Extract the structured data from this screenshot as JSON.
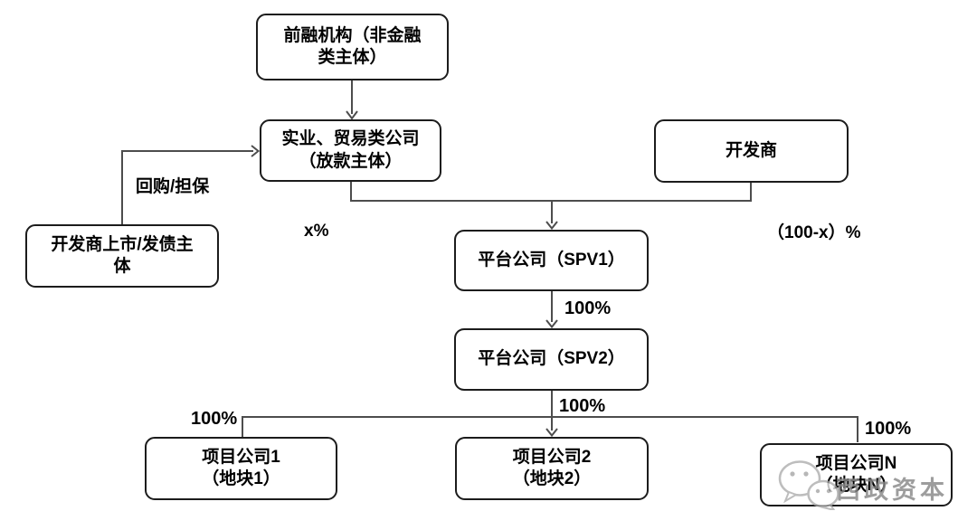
{
  "diagram": {
    "boxes": {
      "pre_financing": {
        "lines": [
          "前融机构（非金融",
          "类主体）"
        ]
      },
      "industrial_trading": {
        "lines": [
          "实业、贸易类公司",
          "（放款主体）"
        ]
      },
      "developer": {
        "lines": [
          "开发商"
        ]
      },
      "developer_listed": {
        "lines": [
          "开发商上市/发债主",
          "体"
        ]
      },
      "spv1": {
        "lines": [
          "平台公司（SPV1）"
        ]
      },
      "spv2": {
        "lines": [
          "平台公司（SPV2）"
        ]
      },
      "project1": {
        "lines": [
          "项目公司1",
          "（地块1）"
        ]
      },
      "project2": {
        "lines": [
          "项目公司2",
          "（地块2）"
        ]
      },
      "projectN": {
        "lines": [
          "项目公司N",
          "（地块N）"
        ]
      }
    },
    "edge_labels": {
      "repurchase_guarantee": "回购/担保",
      "x_percent": "x%",
      "remainder_percent": "（100-x）%",
      "spv1_to_spv2": "100%",
      "spv2_to_project1": "100%",
      "spv2_to_project2": "100%",
      "spv2_to_projectN": "100%"
    },
    "watermark": {
      "text": "西政资本",
      "icon": "wechat-icon"
    },
    "colors": {
      "box_border": "#1c1c1c",
      "connector": "#4d4d4d",
      "text": "#000000",
      "watermark_text": "#878787",
      "background": "#ffffff"
    }
  }
}
